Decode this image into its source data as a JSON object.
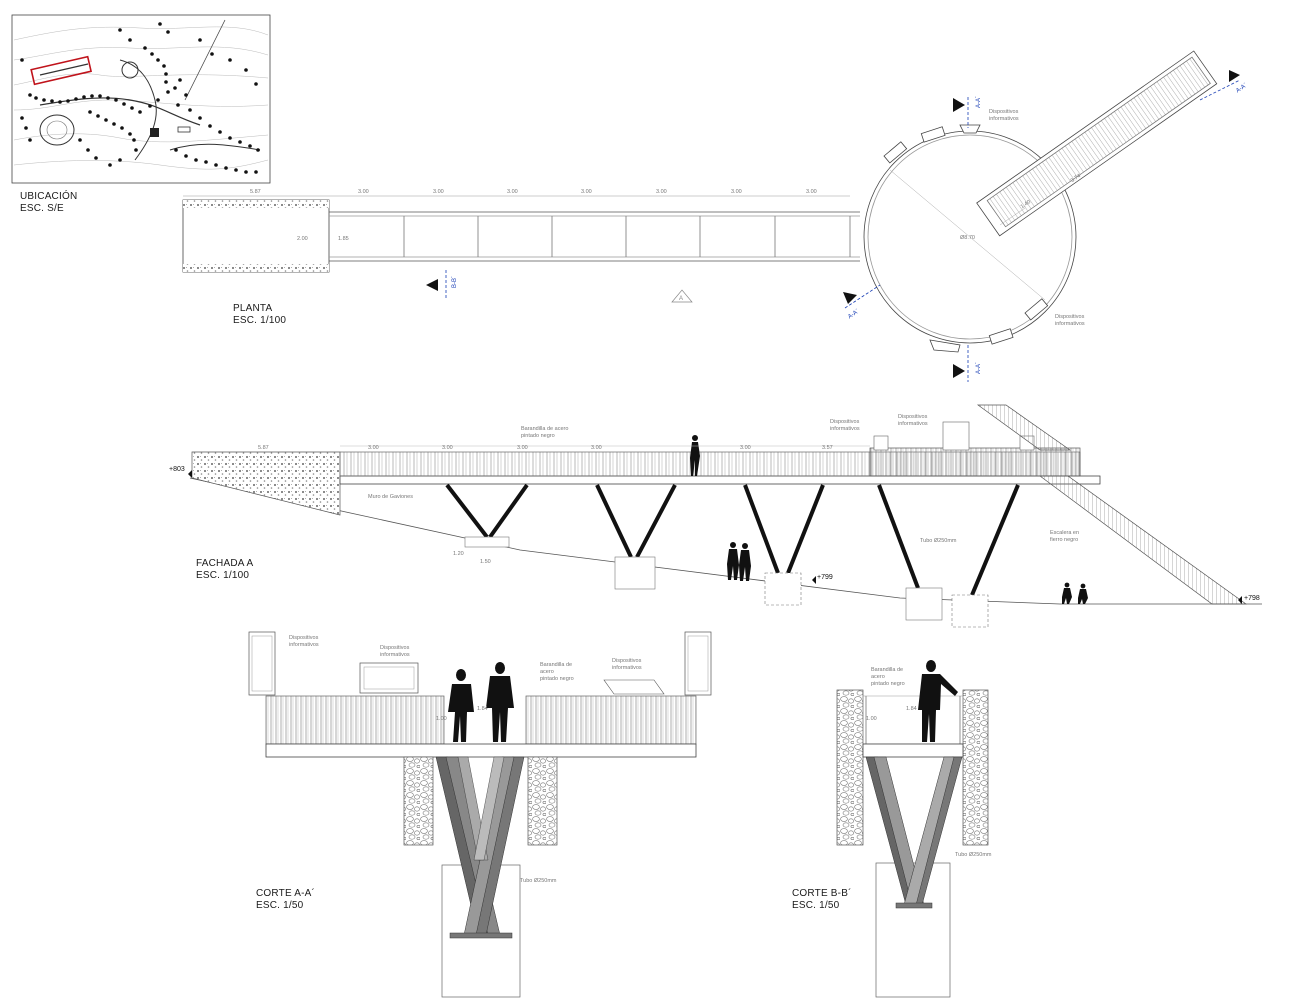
{
  "titles": {
    "ubicacion": {
      "name": "UBICACIÓN",
      "scale": "ESC. S/E"
    },
    "planta": {
      "name": "PLANTA",
      "scale": "ESC. 1/100"
    },
    "fachada": {
      "name": "FACHADA A",
      "scale": "ESC. 1/100"
    },
    "corte_aa": {
      "name": "CORTE A-A´",
      "scale": "ESC. 1/50"
    },
    "corte_bb": {
      "name": "CORTE B-B´",
      "scale": "ESC. 1/50"
    }
  },
  "plan": {
    "dims": [
      "5.87",
      "3.00",
      "3.00",
      "3.00",
      "3.00",
      "3.00",
      "3.00",
      "3.00"
    ],
    "width_label": "2.00",
    "inner_width_label": "1.85",
    "diameter_label": "Ø8.70",
    "stair_dim": "3.74",
    "stair_width": "1.40",
    "device_label_1": "Dispositivos",
    "device_label_2": "informativos",
    "section_aa": "A-A´",
    "section_bb": "B-B´",
    "elevation_marker": "A"
  },
  "facade": {
    "dims": [
      "5.87",
      "3.00",
      "3.00",
      "3.00",
      "3.00",
      "3.00",
      "3.57"
    ],
    "level_top": "+803",
    "level_mid": "+799",
    "level_right": "+798",
    "railing_1": "Barandilla de acero",
    "railing_2": "pintado negro",
    "devices_1": "Dispositivos",
    "devices_2": "informativos",
    "gabion": "Muro de Gaviones",
    "tube": "Tubo Ø250mm",
    "stair_1": "Escalera en",
    "stair_2": "fierro negro",
    "foot_h": "1.20",
    "foot_w": "1.50"
  },
  "corte_aa": {
    "devices_1": "Dispositivos",
    "devices_2": "informativos",
    "railing_1": "Barandilla de",
    "railing_2": "acero",
    "railing_3": "pintado negro",
    "h_rail": "1.00",
    "h_person": "1.84",
    "tube": "Tubo Ø250mm"
  },
  "corte_bb": {
    "railing_1": "Barandilla de",
    "railing_2": "acero",
    "railing_3": "pintado negro",
    "h_rail": "1.00",
    "h_person": "1.84",
    "tube": "Tubo Ø250mm"
  },
  "colors": {
    "ink": "#1a1a1a",
    "line": "#555555",
    "section": "#1a3fb5",
    "highlight": "#c0131b"
  }
}
